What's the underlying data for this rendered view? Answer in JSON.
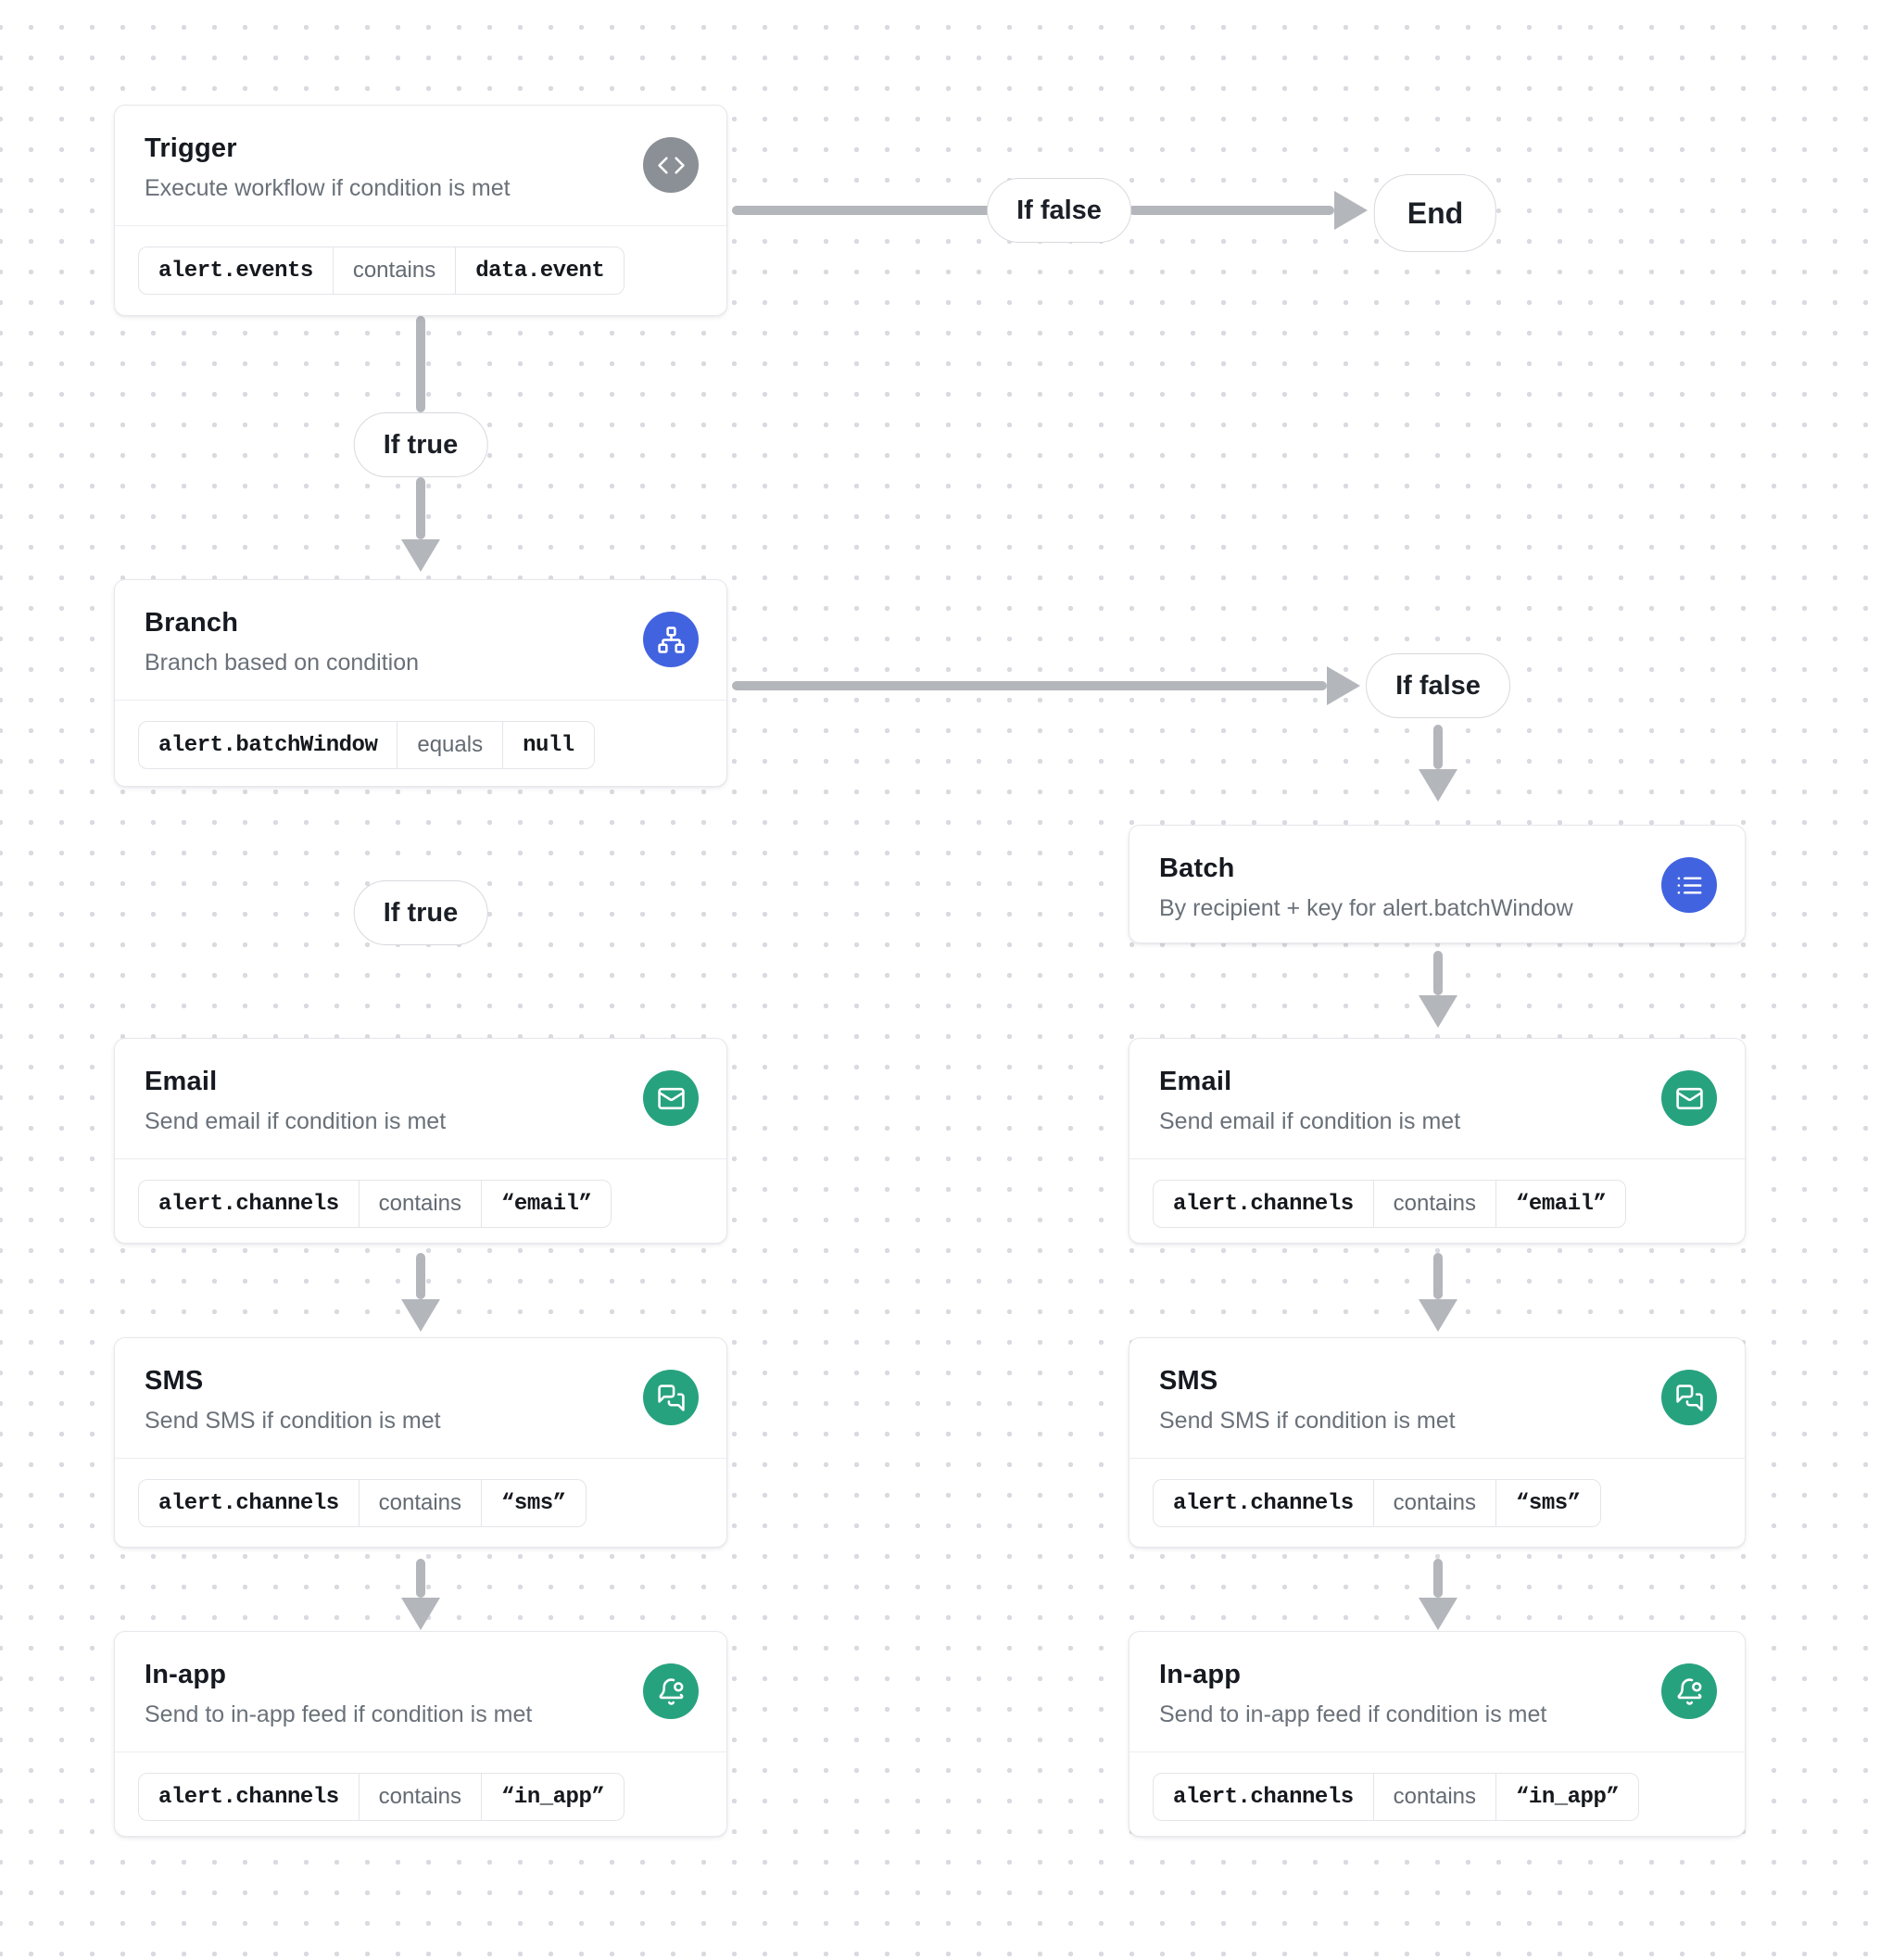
{
  "colors": {
    "icon_gray": "#8b9096",
    "icon_blue": "#4263e0",
    "icon_green": "#27a27f",
    "arrow": "#b3b6bb",
    "card_border": "#e7e8ec",
    "title_text": "#161a20",
    "subtitle_text": "#6a7179"
  },
  "edge_labels": {
    "if_true": "If true",
    "if_false": "If false"
  },
  "end_node": {
    "label": "End"
  },
  "nodes": {
    "trigger": {
      "title": "Trigger",
      "subtitle": "Execute workflow if condition is met",
      "icon": "code-icon",
      "condition": {
        "field": "alert.events",
        "operator": "contains",
        "value": "data.event"
      }
    },
    "branch": {
      "title": "Branch",
      "subtitle": "Branch based on condition",
      "icon": "network-icon",
      "condition": {
        "field": "alert.batchWindow",
        "operator": "equals",
        "value": "null"
      }
    },
    "batch": {
      "title": "Batch",
      "subtitle": "By recipient + key for alert.batchWindow",
      "icon": "list-icon"
    },
    "email_left": {
      "title": "Email",
      "subtitle": "Send email if condition is met",
      "icon": "mail-icon",
      "condition": {
        "field": "alert.channels",
        "operator": "contains",
        "value": "“email”"
      }
    },
    "sms_left": {
      "title": "SMS",
      "subtitle": "Send SMS if condition is met",
      "icon": "messages-icon",
      "condition": {
        "field": "alert.channels",
        "operator": "contains",
        "value": "“sms”"
      }
    },
    "inapp_left": {
      "title": "In-app",
      "subtitle": "Send to in-app feed if condition is met",
      "icon": "bell-dot-icon",
      "condition": {
        "field": "alert.channels",
        "operator": "contains",
        "value": "“in_app”"
      }
    },
    "email_right": {
      "title": "Email",
      "subtitle": "Send email if condition is met",
      "icon": "mail-icon",
      "condition": {
        "field": "alert.channels",
        "operator": "contains",
        "value": "“email”"
      }
    },
    "sms_right": {
      "title": "SMS",
      "subtitle": "Send SMS if condition is met",
      "icon": "messages-icon",
      "condition": {
        "field": "alert.channels",
        "operator": "contains",
        "value": "“sms”"
      }
    },
    "inapp_right": {
      "title": "In-app",
      "subtitle": "Send to in-app feed if condition is met",
      "icon": "bell-dot-icon",
      "condition": {
        "field": "alert.channels",
        "operator": "contains",
        "value": "“in_app”"
      }
    }
  }
}
